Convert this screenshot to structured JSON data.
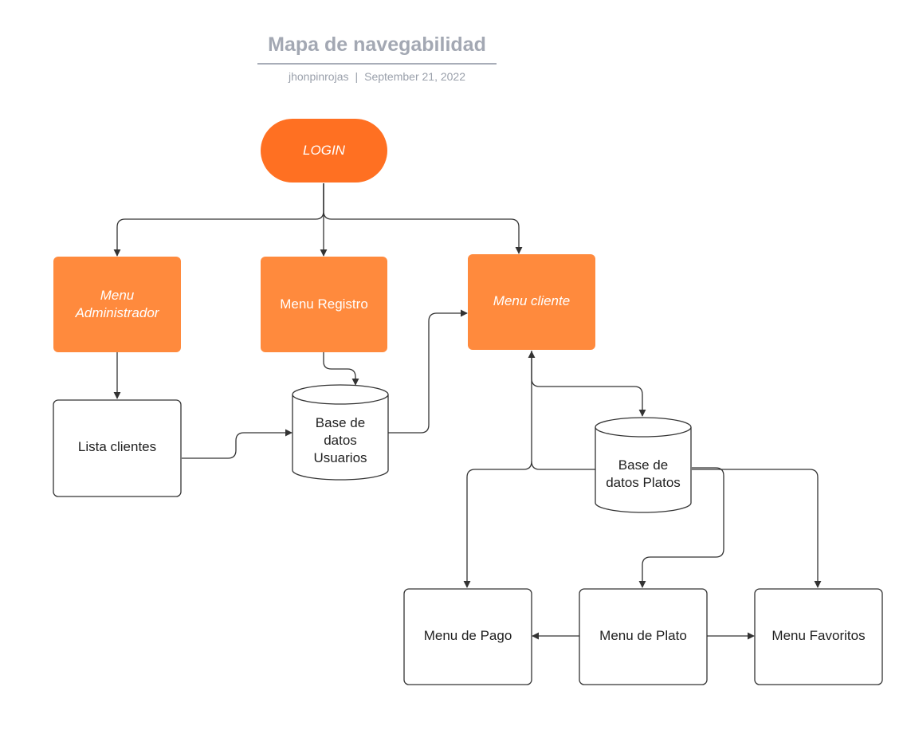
{
  "header": {
    "title": "Mapa de navegabilidad",
    "author": "jhonpinrojas",
    "separator": "|",
    "date": "September 21, 2022"
  },
  "colors": {
    "login_fill": "#ff7022",
    "menu_fill": "#ff8a3d",
    "box_stroke": "#333333",
    "connector": "#333333",
    "header_text": "#a3a8b3"
  },
  "nodes": {
    "login": "LOGIN",
    "menu_administrador": "Menu Administrador",
    "menu_registro": "Menu Registro",
    "menu_cliente": "Menu cliente",
    "lista_clientes": "Lista clientes",
    "bd_usuarios": "Base de datos Usuarios",
    "bd_platos": "Base de datos Platos",
    "menu_pago": "Menu de Pago",
    "menu_plato": "Menu de Plato",
    "menu_favoritos": "Menu Favoritos"
  }
}
